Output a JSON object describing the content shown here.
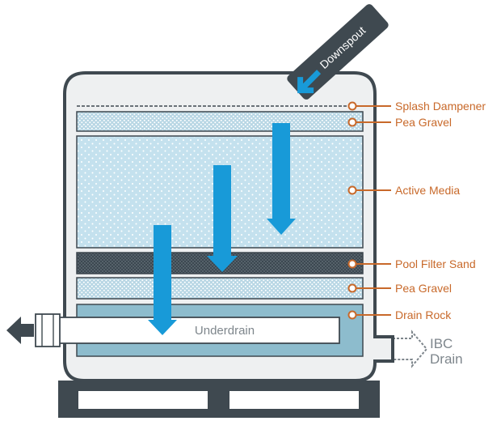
{
  "labels": {
    "downspout": "Downspout",
    "splash_dampener": "Splash Dampener",
    "pea_gravel_top": "Pea Gravel",
    "active_media": "Active Media",
    "pool_filter_sand": "Pool Filter Sand",
    "pea_gravel_bottom": "Pea Gravel",
    "drain_rock": "Drain Rock",
    "underdrain": "Underdrain",
    "ibc_drain_line1": "IBC",
    "ibc_drain_line2": "Drain"
  },
  "colors": {
    "tank_outline": "#3f4950",
    "tank_fill": "#eef0f1",
    "gravel_fill": "#b7d6e4",
    "active_media_fill": "#c4e1ee",
    "sand_fill": "#3c4851",
    "drain_rock_fill": "#8dbccd",
    "flow_arrow": "#189ad8",
    "label_orange": "#c8692a",
    "pallet": "#3f4950"
  }
}
